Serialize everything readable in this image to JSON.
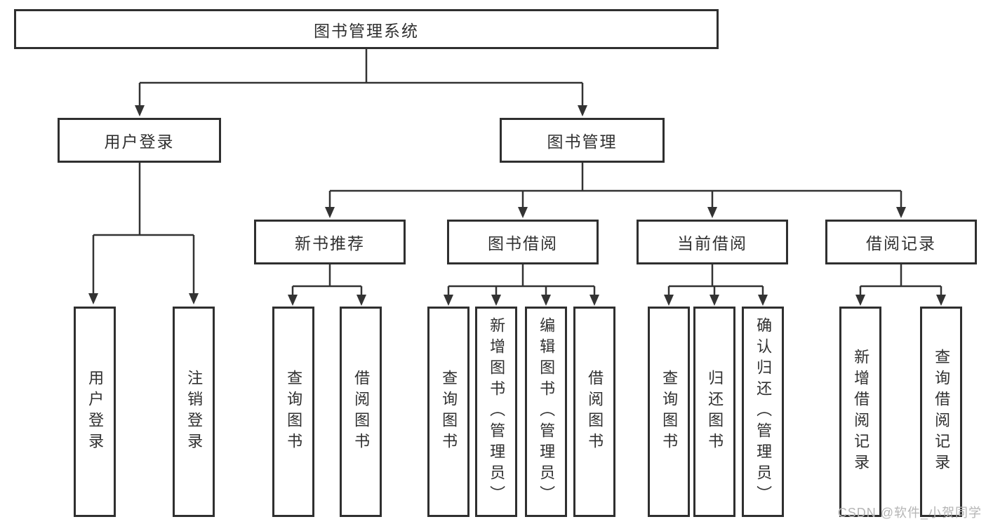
{
  "diagram": {
    "root": {
      "label": "图书管理系统"
    },
    "level2": [
      {
        "label": "用户登录"
      },
      {
        "label": "图书管理"
      }
    ],
    "level3": [
      {
        "label": "新书推荐"
      },
      {
        "label": "图书借阅"
      },
      {
        "label": "当前借阅"
      },
      {
        "label": "借阅记录"
      }
    ],
    "leaves": [
      {
        "label": "用户登录"
      },
      {
        "label": "注销登录"
      },
      {
        "label": "查询图书"
      },
      {
        "label": "借阅图书"
      },
      {
        "label": "查询图书"
      },
      {
        "label": "新增图书（管理员）"
      },
      {
        "label": "编辑图书（管理员）"
      },
      {
        "label": "借阅图书"
      },
      {
        "label": "查询图书"
      },
      {
        "label": "归还图书"
      },
      {
        "label": "确认归还（管理员）"
      },
      {
        "label": "新增借阅记录"
      },
      {
        "label": "查询借阅记录"
      }
    ]
  },
  "watermark": {
    "text": "CSDN @软件_小贺同学",
    "color": "#b5b5b5"
  },
  "colors": {
    "line": "#333333",
    "box_border": "#2f2f2f",
    "box_background": "#ffffff",
    "text": "#303030",
    "page_background": "#ffffff"
  }
}
